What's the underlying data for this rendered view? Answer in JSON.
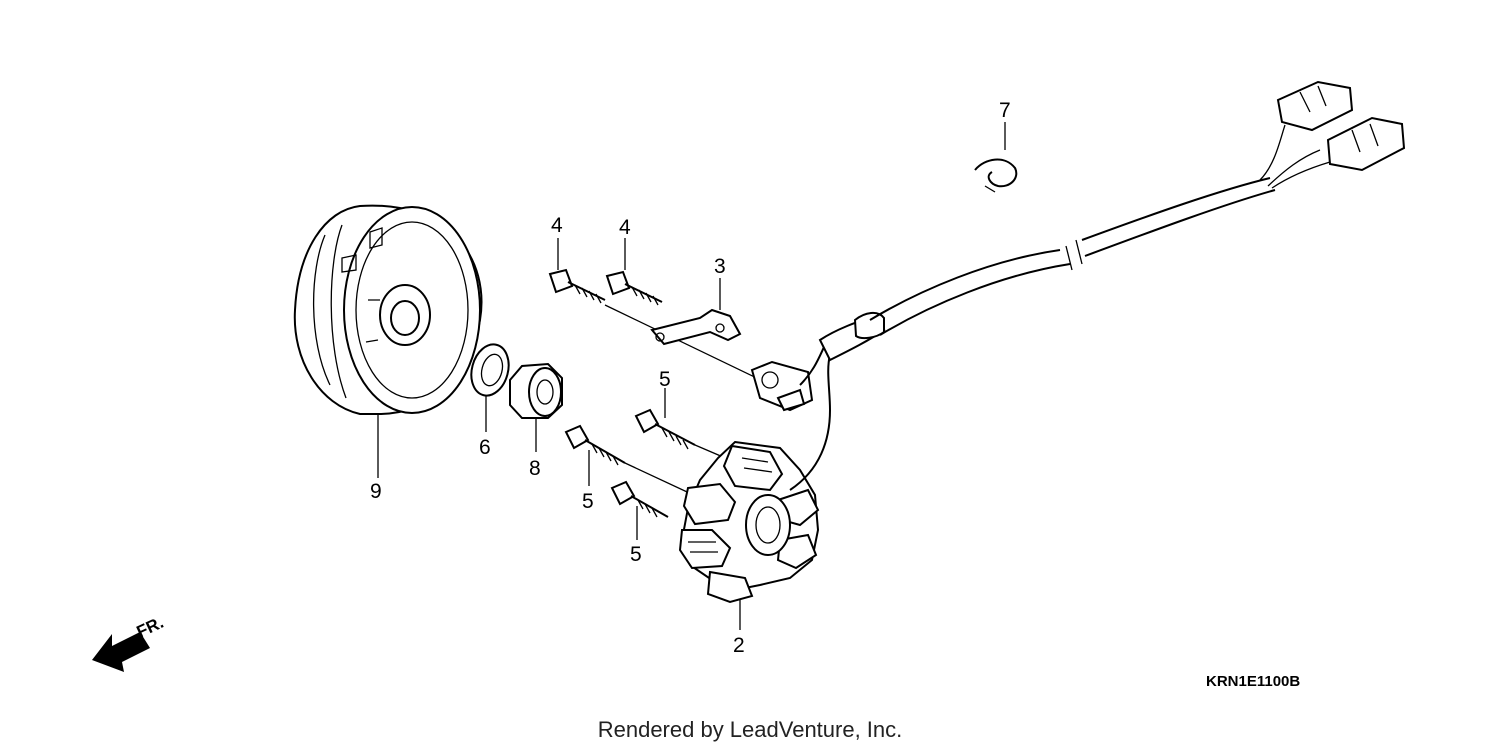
{
  "diagram": {
    "drawing_code": "KRN1E1100B",
    "credit": "Rendered by LeadVenture, Inc.",
    "direction_label": "FR.",
    "callouts": {
      "flywheel": "9",
      "washer": "6",
      "nut": "8",
      "bolt_4a": "4",
      "bolt_4b": "4",
      "clamp_3": "3",
      "bolt_5a": "5",
      "bolt_5b": "5",
      "bolt_5c": "5",
      "stator": "2",
      "clip_7": "7"
    }
  }
}
